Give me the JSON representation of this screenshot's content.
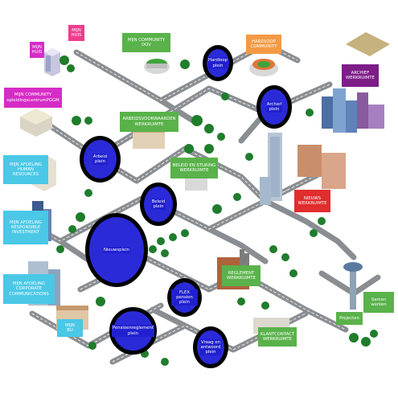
{
  "colors": {
    "road": "#8a8e92",
    "road_dash": "#ffffff",
    "plein_fill": "#2020d0",
    "plein_ring": "#000000",
    "label_green": "#59b24a",
    "label_teal": "#4ac8e6",
    "label_pink": "#f03c8c",
    "label_magenta": "#d62cc6",
    "label_orange": "#f39a45",
    "label_red": "#e02d2d",
    "label_purple": "#7d1d88",
    "tree": "#1f7d2c"
  },
  "labels": {
    "mijn_huis_top": "MIJN\nHUIS",
    "mijn_huis": "MIJN\nHUIS",
    "mijn_community_dov": "MIJN COMMUNITY\nDOV",
    "hardloop_community": "HARDLOOP\nCOMMUNITY",
    "archief_werkruimte": "ARCHIEF\nWERKRUIMTE",
    "mijn_community_opleidingscentrum": "MIJN COMMUNITY\nopleidingscentrumPGGM",
    "arbeidsvoorwaarden_werkruimte": "ARBEIDSVOORWAARDEN\nWERKRUIMTE",
    "mijn_afdeling_hr": "MIJN AFDELING\nHUMAN RESOURCES",
    "beleid_en_sturing_werkruimte": "BELEID EN STURING\nWERKRUIMTE",
    "nieuws_werkruimte": "NIEUWS\nWERKRUIMTE",
    "mijn_afdeling_ri": "MIJN AFDELING\nRESPONSIBLE\nINVESTMENT",
    "reglement_werkruimte": "REGLEMENT\nWERKRUIMTE",
    "mijn_afdeling_cc": "MIJN AFDELING\nCORPORATE\nCOMMUNICATIONS",
    "samen_werken": "Samen\nwerken",
    "projecten": "Projecten",
    "mijn_bu": "MIJN\nBU",
    "klantcontact_werkruimte": "KLANTCONTACT\nWERKRUIMTE"
  },
  "pleinen": {
    "hardloop": "Hardloop\nplein",
    "archief": "Archief\nplein",
    "arbeid": "Arbeid\nplein",
    "beleid": "Beleid\nplein",
    "nieuws": "Nieuwsplein",
    "flex": "FLEX pension\nplein",
    "pensioenreglement": "Pensioenreglement\nplein",
    "vraag_antwoord": "Vraag en\nantwoord\nplein"
  }
}
